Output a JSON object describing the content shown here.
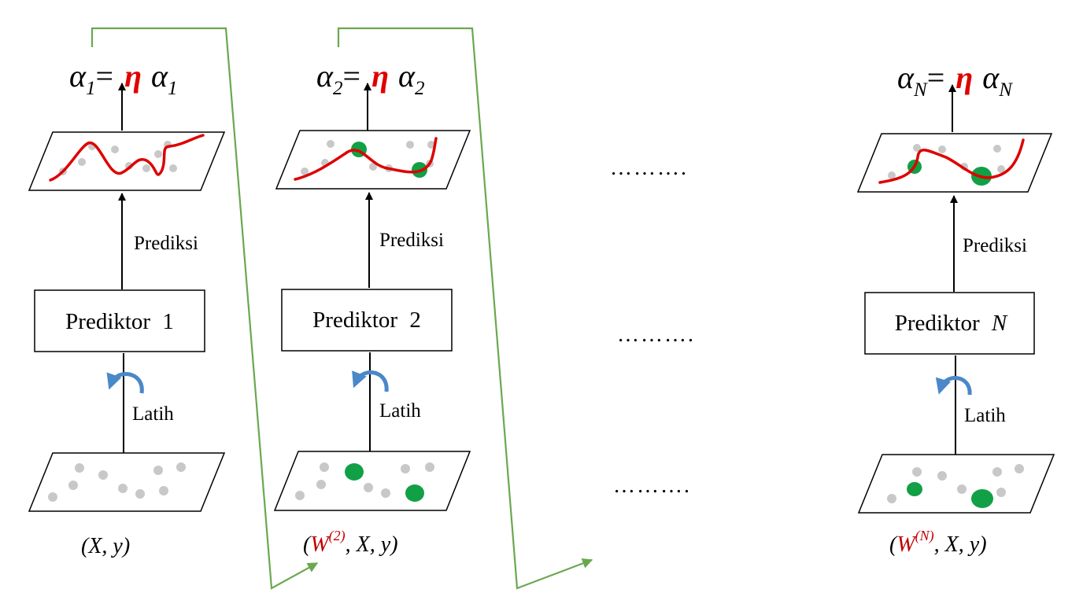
{
  "stages": [
    {
      "formula": {
        "lhs_symbol": "α",
        "lhs_sub": "1",
        "equals": "=",
        "eta": "η",
        "rhs_symbol": "α",
        "rhs_sub": "1"
      },
      "prediction_label": "Prediksi",
      "predictor": {
        "name": "Prediktor",
        "index": "1"
      },
      "train_label": "Latih",
      "dataset_label": {
        "open": "(",
        "weight": "",
        "sup": "",
        "rest": "X, y)"
      }
    },
    {
      "formula": {
        "lhs_symbol": "α",
        "lhs_sub": "2",
        "equals": "=",
        "eta": "η",
        "rhs_symbol": "α",
        "rhs_sub": "2"
      },
      "prediction_label": "Prediksi",
      "predictor": {
        "name": "Prediktor",
        "index": "2"
      },
      "train_label": "Latih",
      "dataset_label": {
        "open": "(",
        "weight": "W",
        "sup": "(2)",
        "rest": ", X, y)"
      }
    },
    {
      "formula": {
        "lhs_symbol": "α",
        "lhs_sub": "N",
        "equals": "=",
        "eta": "η",
        "rhs_symbol": "α",
        "rhs_sub": "N"
      },
      "prediction_label": "Prediksi",
      "predictor": {
        "name": "Prediktor",
        "index": "N"
      },
      "train_label": "Latih",
      "dataset_label": {
        "open": "(",
        "weight": "W",
        "sup": "(N)",
        "rest": ", X, y)"
      }
    }
  ],
  "ellipsis": "……….",
  "colors": {
    "fit_curve": "#dd0000",
    "emphasized_point": "#11a046",
    "regular_point": "#c8c8c8",
    "flow_line": "#6aa84f",
    "retrain_arrow": "#4a88c8",
    "eta": "#e00000",
    "weight_label": "#c00000"
  }
}
